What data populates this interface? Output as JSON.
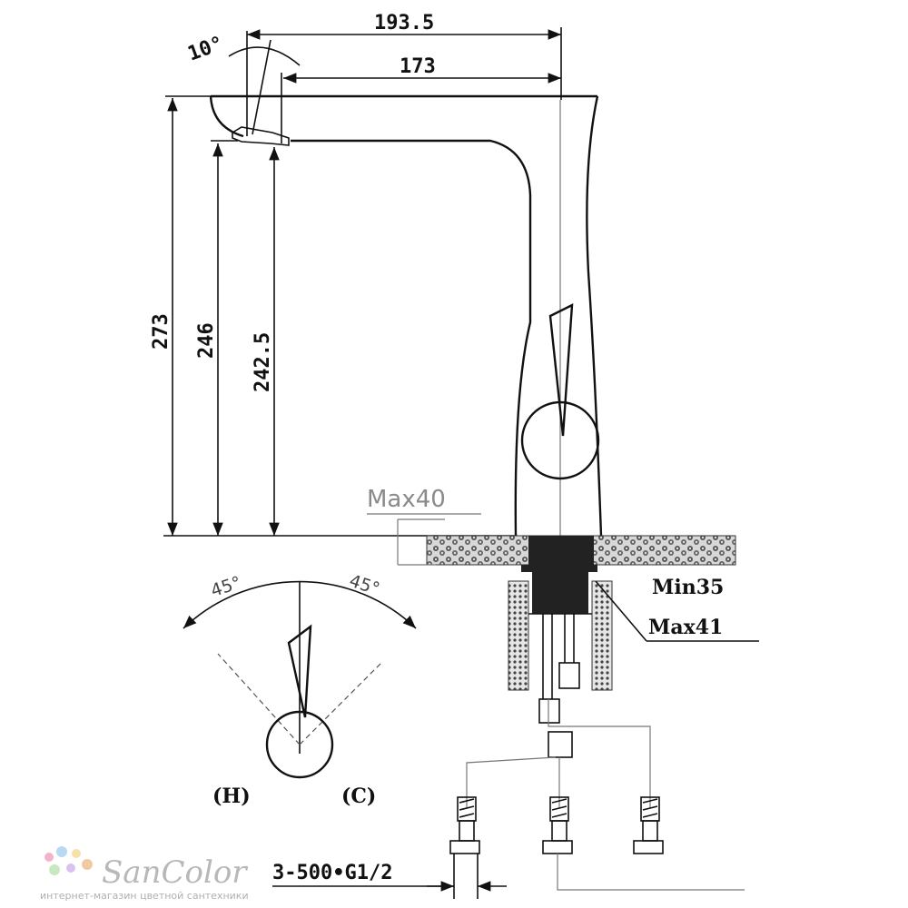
{
  "dimensions": {
    "overall_reach": "193.5",
    "spout_reach": "173",
    "handle_tilt": "10°",
    "total_height": "273",
    "height_mid": "246",
    "height_outlet": "242.5",
    "deck_max": "Max40",
    "clamp_min": "Min35",
    "clamp_max": "Max41",
    "rotation_left": "45°",
    "rotation_right": "45°",
    "hoses": "3-500•G1/2"
  },
  "labels": {
    "hot": "(H)",
    "cold": "(C)"
  },
  "brand": {
    "name": "SanColor",
    "tagline": "интернет-магазин цветной сантехники",
    "dot_colors": [
      "#f4b3c8",
      "#b9d8f2",
      "#f7e1a8",
      "#c8e8c0",
      "#d9c2ef",
      "#f2c9a3"
    ]
  }
}
